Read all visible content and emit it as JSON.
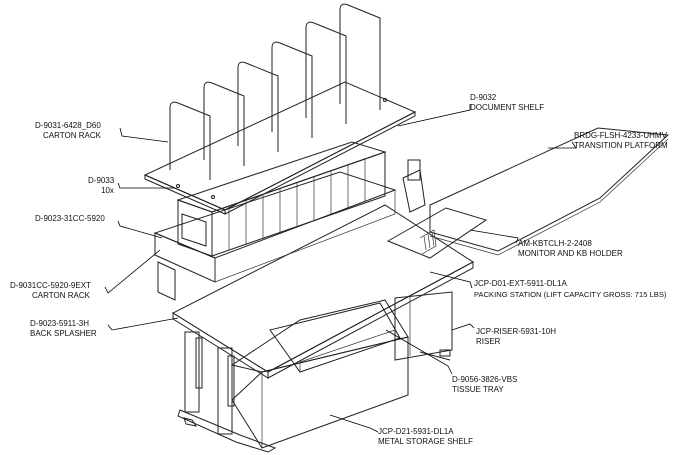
{
  "colors": {
    "bench_top": "#a9443a",
    "bench_top_edge": "#6e2a22",
    "panel": "#d6dde6",
    "panel_dark": "#b9c2cc",
    "shelf": "#e9edf2",
    "tray": "#f1ece2",
    "outline": "#222222"
  },
  "callouts": [
    {
      "id": "document-shelf",
      "part": "D-9032",
      "desc": "DOCUMENT SHELF"
    },
    {
      "id": "carton-rack-top",
      "part": "D-9031-6428_D60",
      "desc": "CARTON RACK"
    },
    {
      "id": "transition-platform",
      "part": "BRDG-FLSH-4233-UHMV",
      "desc": "TRANSITION PLATFORM"
    },
    {
      "id": "divider",
      "part": "D-9033",
      "desc": "10x"
    },
    {
      "id": "bin-shelf",
      "part": "D-9023-31CC-5920",
      "desc": ""
    },
    {
      "id": "monitor-holder",
      "part": "AM-KBTCLH-2-2408",
      "desc": "MONITOR AND KB HOLDER"
    },
    {
      "id": "carton-rack-lower",
      "part": "D-9031CC-5920-9EXT",
      "desc": "CARTON RACK"
    },
    {
      "id": "packing-station",
      "part": "JCP-D01-EXT-5911-DL1A",
      "desc": "PACKING STATION (LIFT CAPACITY GROSS: 715 LBS)"
    },
    {
      "id": "back-splasher",
      "part": "D-9023-5911-3H",
      "desc": "BACK SPLASHER"
    },
    {
      "id": "riser",
      "part": "JCP-RISER-5931-10H",
      "desc": "RISER"
    },
    {
      "id": "tissue-tray",
      "part": "D-9056-3826-VBS",
      "desc": "TISSUE TRAY"
    },
    {
      "id": "storage-shelf",
      "part": "JCP-D21-5931-DL1A",
      "desc": "METAL STORAGE SHELF"
    }
  ]
}
